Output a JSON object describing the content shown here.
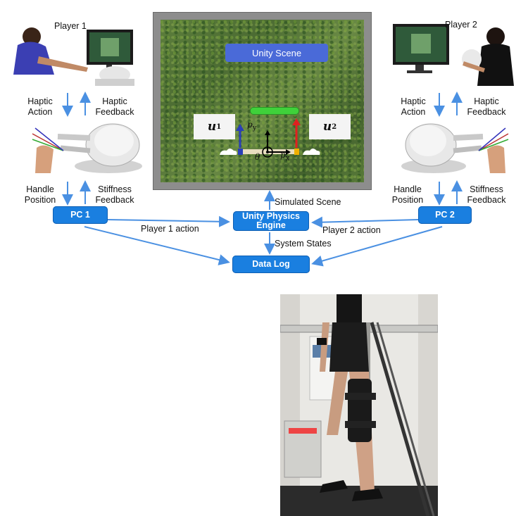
{
  "players": {
    "player1": {
      "name": "Player 1",
      "haptic_action": "Haptic Action",
      "haptic_feedback": "Haptic Feedback",
      "handle_position": "Handle Position",
      "stiffness_feedback": "Stiffness Feedback"
    },
    "player2": {
      "name": "Player 2",
      "haptic_action": "Haptic Action",
      "haptic_feedback": "Haptic Feedback",
      "handle_position": "Handle Position",
      "stiffness_feedback": "Stiffness Feedback"
    }
  },
  "scene": {
    "title": "Unity Scene",
    "u1": "u",
    "u1_sub": "1",
    "u2": "u",
    "u2_sub": "2",
    "py": "p",
    "py_sub": "y",
    "px": "p",
    "px_sub": "x",
    "theta": "θ"
  },
  "nodes": {
    "pc1": "PC 1",
    "pc2": "PC 2",
    "engine_line1": "Unity Physics",
    "engine_line2": "Engine",
    "data_log": "Data Log"
  },
  "edges": {
    "simulated_scene": "Simulated Scene",
    "player1_action": "Player 1 action",
    "player2_action": "Player 2 action",
    "system_states": "System States"
  },
  "colors": {
    "node_fill": "#1a7fe0",
    "arrow": "#4a90e2",
    "unity_title": "#4a6ad8",
    "force_red": "#e02020",
    "force_blue": "#2a3fb8",
    "bar_green": "#3fd13a"
  }
}
